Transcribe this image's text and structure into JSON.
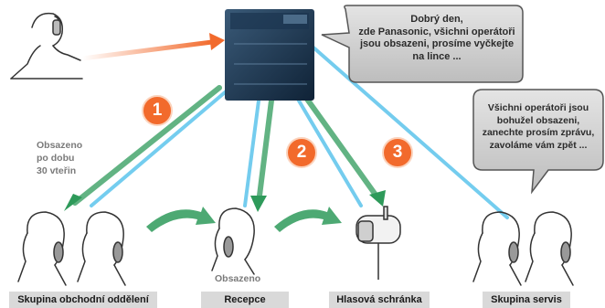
{
  "bubble_top": {
    "lines": [
      "Dobrý den,",
      "zde Panasonic, všichni operátoři",
      "jsou obsazeni, prosíme vyčkejte",
      "na lince ..."
    ]
  },
  "bubble_right": {
    "lines": [
      "Všichni operátoři jsou",
      "bohužel obsazeni,",
      "zanechte prosím zprávu,",
      "zavoláme vám zpět ..."
    ]
  },
  "steps": [
    "1",
    "2",
    "3"
  ],
  "note_busy": [
    "Obsazeno",
    "po dobu",
    "30 vteřin"
  ],
  "note_reception": "Obsazeno",
  "labels": {
    "sales": "Skupina obchodní oddělení",
    "reception": "Recepce",
    "voicemail": "Hlasová schránka",
    "service": "Skupina servis"
  },
  "colors": {
    "accent_orange": "#f26a2c",
    "arrow_green": "#2e9a5a",
    "line_blue": "#5cc4ec",
    "label_gray": "#d9d9d9"
  },
  "icons": [
    "caller-person-icon",
    "pbx-device-icon",
    "operator-person-icon",
    "mailbox-icon"
  ]
}
